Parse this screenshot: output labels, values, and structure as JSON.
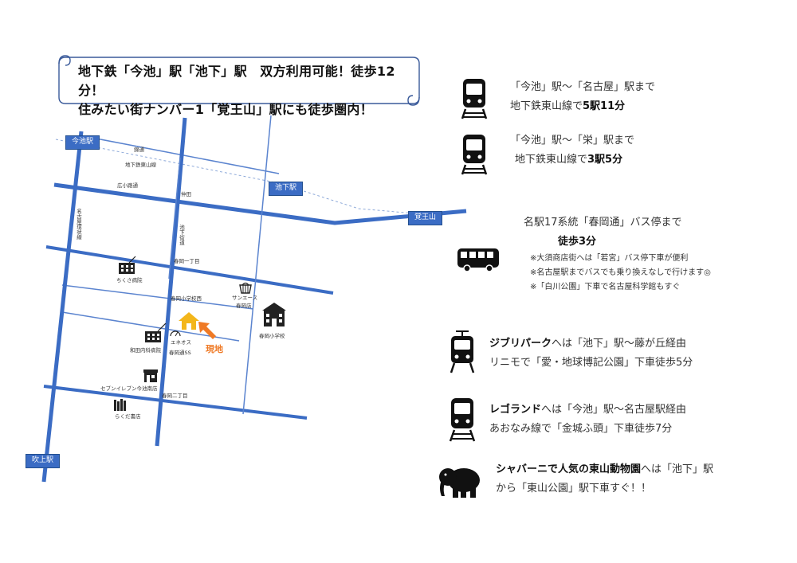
{
  "banner": {
    "line1": "地下鉄「今池」駅「池下」駅　双方利用可能！徒歩12分！",
    "line2": "住みたい街ナンバー1「覚王山」駅にも徒歩圏内！"
  },
  "map": {
    "stations": {
      "imaike": "今池駅",
      "ikeshita": "池下駅",
      "kakuozan": "覚王山",
      "fukiage": "吹上駅"
    },
    "roads": {
      "michi": "錦通",
      "subway": "地下鉄東山線",
      "hirokoji": "広小路通",
      "naka": "仲田",
      "nagoya_kansen": "名古屋環状線",
      "ikeshita_line": "池下街道",
      "haruoka1": "春岡一丁目",
      "haruoka_school_west": "春岡小学校西",
      "haruoka2": "春岡二丁目"
    },
    "pois": {
      "chikusa_hospital": "ちくさ病院",
      "sun_ace": "サンエース",
      "haruoka_store": "春岡店",
      "haruoka_school": "春岡小学校",
      "wada_clinic": "和田内科病院",
      "eneos": "エネオス",
      "haruoka_ss": "春岡通SS",
      "seven_eleven": "セブンイレブン今池南店",
      "rakuda": "らくだ書店",
      "site": "現地"
    }
  },
  "access": {
    "nagoya": {
      "line1": "「今池」駅～「名古屋」駅まで",
      "line2_prefix": "地下鉄東山線で",
      "line2_bold": "5駅11分",
      "icon": "train-icon"
    },
    "sakae": {
      "line1": "「今池」駅～「栄」駅まで",
      "line2_prefix": "地下鉄東山線で",
      "line2_bold": "3駅5分",
      "icon": "train-icon"
    },
    "bus": {
      "line1": "名駅17系統「春岡通」バス停まで",
      "line2": "徒歩3分",
      "notes": [
        "※大須商店街へは「若宮」バス停下車が便利",
        "※名古屋駅までバスでも乗り換えなしで行けます◎",
        "※「白川公園」下車で名古屋科学館もすぐ"
      ],
      "icon": "bus-icon"
    },
    "ghibli": {
      "line1_bold": "ジブリパーク",
      "line1_rest": "へは「池下」駅～藤が丘経由",
      "line2": "リニモで「愛・地球博記公園」下車徒歩5分",
      "icon": "tram-icon"
    },
    "legoland": {
      "line1_bold": "レゴランド",
      "line1_rest": "へは「今池」駅～名古屋駅経由",
      "line2": "あおなみ線で「金城ふ頭」下車徒歩7分",
      "icon": "train-icon"
    },
    "zoo": {
      "line1_bold": "シャバーニで人気の東山動物園",
      "line1_rest": "へは「池下」駅",
      "line2": "から「東山公園」駅下車すぐ！！",
      "icon": "elephant-icon"
    }
  },
  "colors": {
    "road_major": "#3b6cc4",
    "road_minor": "#5b84cf",
    "station_bg": "#3b6cc4",
    "site_accent": "#ef7a26",
    "site_house": "#f3b61b"
  }
}
